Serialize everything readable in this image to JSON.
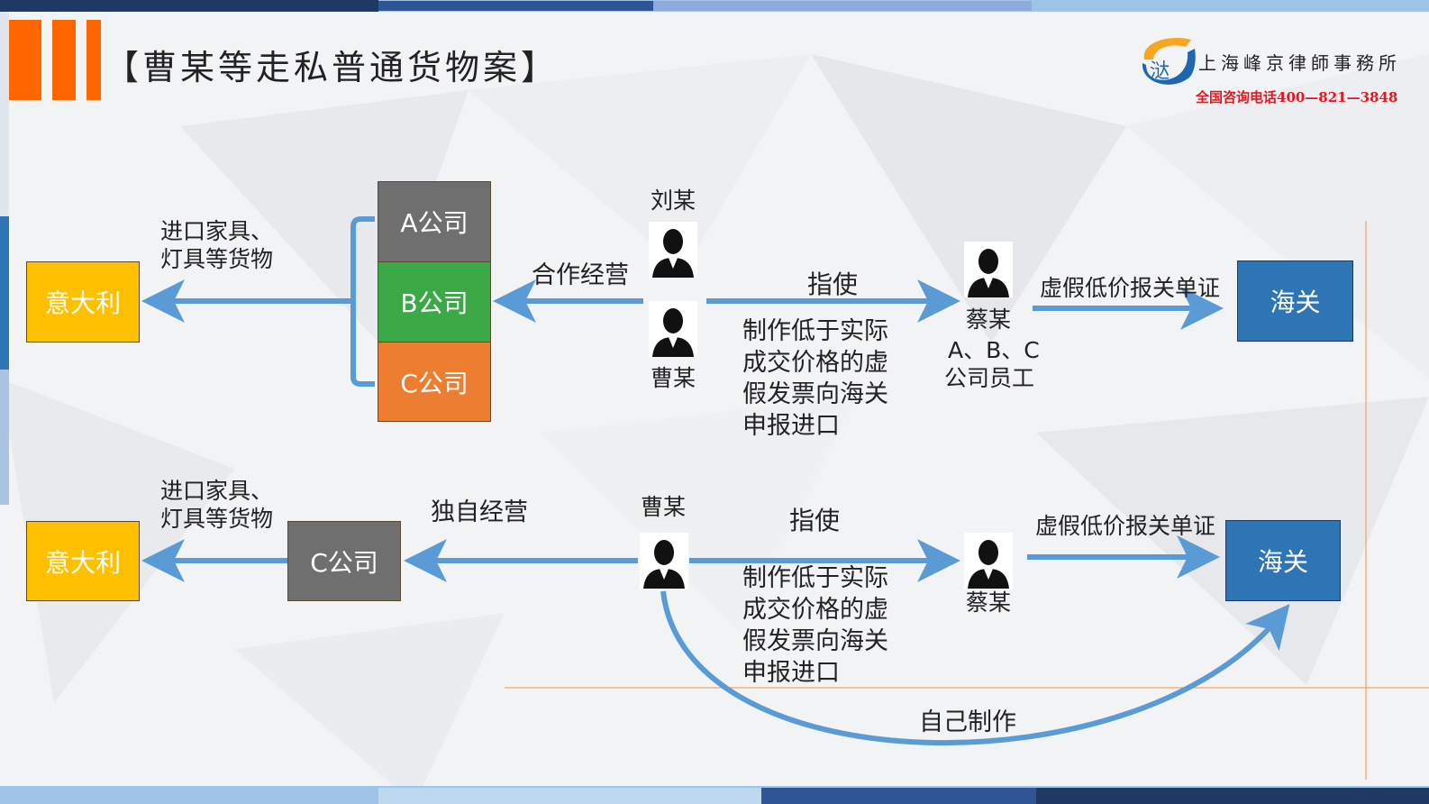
{
  "header": {
    "title": "【曹某等走私普通货物案】",
    "firm_name": "上海峰京律師事務所",
    "hotline": "全国咨询电话400—821—3848",
    "logo_glyph": "㳠"
  },
  "colors": {
    "arrow_blue": "#5b9bd5",
    "box_yellow": "#ffc000",
    "box_blue": "#2e75b6",
    "box_grey": "#6f6f6f",
    "box_green": "#3aa946",
    "box_orange": "#ed7d31",
    "accent_orange": "#ff6600"
  },
  "top_flow": {
    "italy": "意大利",
    "goods": [
      "进口家具、",
      "灯具等货物"
    ],
    "companies": [
      "A公司",
      "B公司",
      "C公司"
    ],
    "cooperation": "合作经营",
    "person_upper": "刘某",
    "person_lower": "曹某",
    "instruct": "指使",
    "action": [
      "制作低于实际",
      "成交价格的虚",
      "假发票向海关",
      "申报进口"
    ],
    "employee_name": "蔡某",
    "employee_role": [
      "A、B、C",
      "公司员工"
    ],
    "declare": "虚假低价报关单证",
    "customs": "海关"
  },
  "bottom_flow": {
    "italy": "意大利",
    "goods": [
      "进口家具、",
      "灯具等货物"
    ],
    "company": "C公司",
    "solo": "独自经营",
    "person": "曹某",
    "instruct": "指使",
    "action": [
      "制作低于实际",
      "成交价格的虚",
      "假发票向海关",
      "申报进口"
    ],
    "employee_name": "蔡某",
    "declare": "虚假低价报关单证",
    "customs": "海关",
    "self_made": "自己制作"
  }
}
